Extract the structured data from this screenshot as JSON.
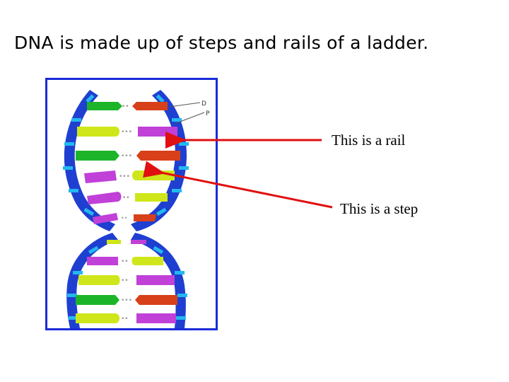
{
  "slide": {
    "title": "DNA is made up of steps and rails of a ladder."
  },
  "diagram": {
    "legend_labels": [
      "D",
      "P"
    ],
    "callouts": {
      "rail": "This is a rail",
      "step": "This is a step"
    },
    "colors": {
      "backbone": "#1f3fd1",
      "backbone_stripe": "#22b8f0",
      "frame": "#1a2bd9",
      "arrow": "#e01010",
      "base_green": "#1cb52a",
      "base_red": "#d8401a",
      "base_yellow": "#cfe61a",
      "base_magenta": "#c040d8"
    }
  }
}
